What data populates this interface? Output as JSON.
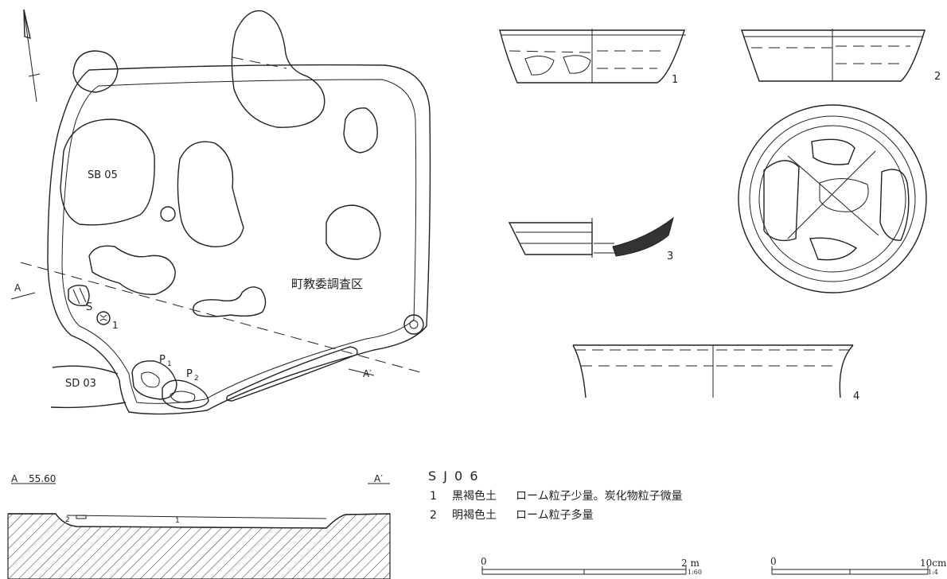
{
  "plan": {
    "feature_sb": "SB 05",
    "feature_sd": "SD 03",
    "survey_area": "町教委調査区",
    "stone_label": "S",
    "layer_label": "1",
    "pit_p1": "P",
    "pit_p1_sub": "1",
    "pit_p2": "P",
    "pit_p2_sub": "2",
    "section_a": "A",
    "section_a_prime": "A′"
  },
  "section": {
    "label_a": "A",
    "elevation": "55.60",
    "label_a_prime": "A′",
    "layer_1": "1",
    "layer_2": "2"
  },
  "artifacts": {
    "n1": "1",
    "n2": "2",
    "n3": "3",
    "n4": "4"
  },
  "legend": {
    "title": "S J 0 6",
    "layers": [
      {
        "num": "1",
        "soil": "黒褐色土",
        "desc": "ローム粒子少量。炭化物粒子微量"
      },
      {
        "num": "2",
        "soil": "明褐色土",
        "desc": "ローム粒子多量"
      }
    ]
  },
  "scales": {
    "plan": {
      "zero": "0",
      "max": "2 m",
      "ratio": "1:60"
    },
    "artifact": {
      "zero": "0",
      "max": "10cm",
      "ratio": "1:4"
    }
  }
}
